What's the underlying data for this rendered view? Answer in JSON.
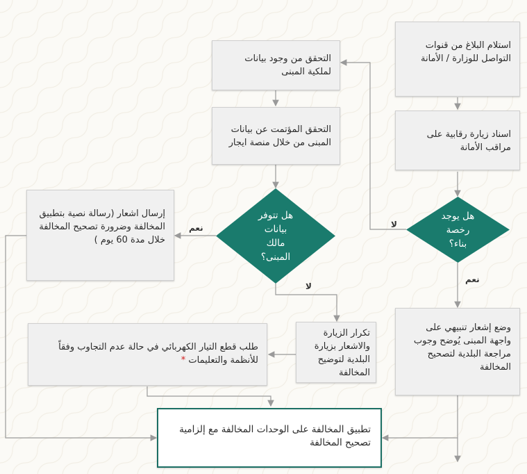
{
  "boxes": {
    "receive_report": "استلام البلاغ من قنوات التواصل للوزارة / الأمانة",
    "inspection_visit": "اسناد زيارة رقابية على مراقب الأمانة",
    "warning_notice": "وضع إشعار تنبيهي على واجهة المبنى يُوضح وجوب مراجعة البلدية لتصحيح المخالفة",
    "verify_owner_data": "التحقق من وجود بيانات لملكية المبنى",
    "automated_check": "التحقق المؤتمت عن بيانات المبنى من خلال منصة ايجار",
    "send_notice": "إرسال اشعار (رسالة نصية بتطبيق المخالفة وضرورة تصحيح المخالفة خلال مدة 60 يوم )",
    "repeat_visit": "تكرار الزيارة والاشعار بزيارة البلدية لتوضيح المخالفة",
    "cut_power": "طلب قطع التيار الكهربائي في حالة عدم التجاوب وفقاً للأنظمة والتعليمات",
    "cut_power_mark": "*",
    "apply_violation": "تطبيق المخالفة على الوحدات المخالفة مع إلزامية تصحيح المخالفة"
  },
  "decisions": {
    "permit_exists": "هل يوجد\nرخصة\nبناء؟",
    "owner_data_available": "هل تتوفر\nبيانات\nمالك\nالمبنى؟"
  },
  "labels": {
    "permit_no": "لا",
    "permit_yes": "نعم",
    "owner_yes": "نعم",
    "owner_no": "لا"
  },
  "colors": {
    "decision_fill": "#1a7b6d",
    "final_border": "#1a6e63",
    "connector": "#9a9a9a",
    "required_mark": "#d21c1c"
  }
}
